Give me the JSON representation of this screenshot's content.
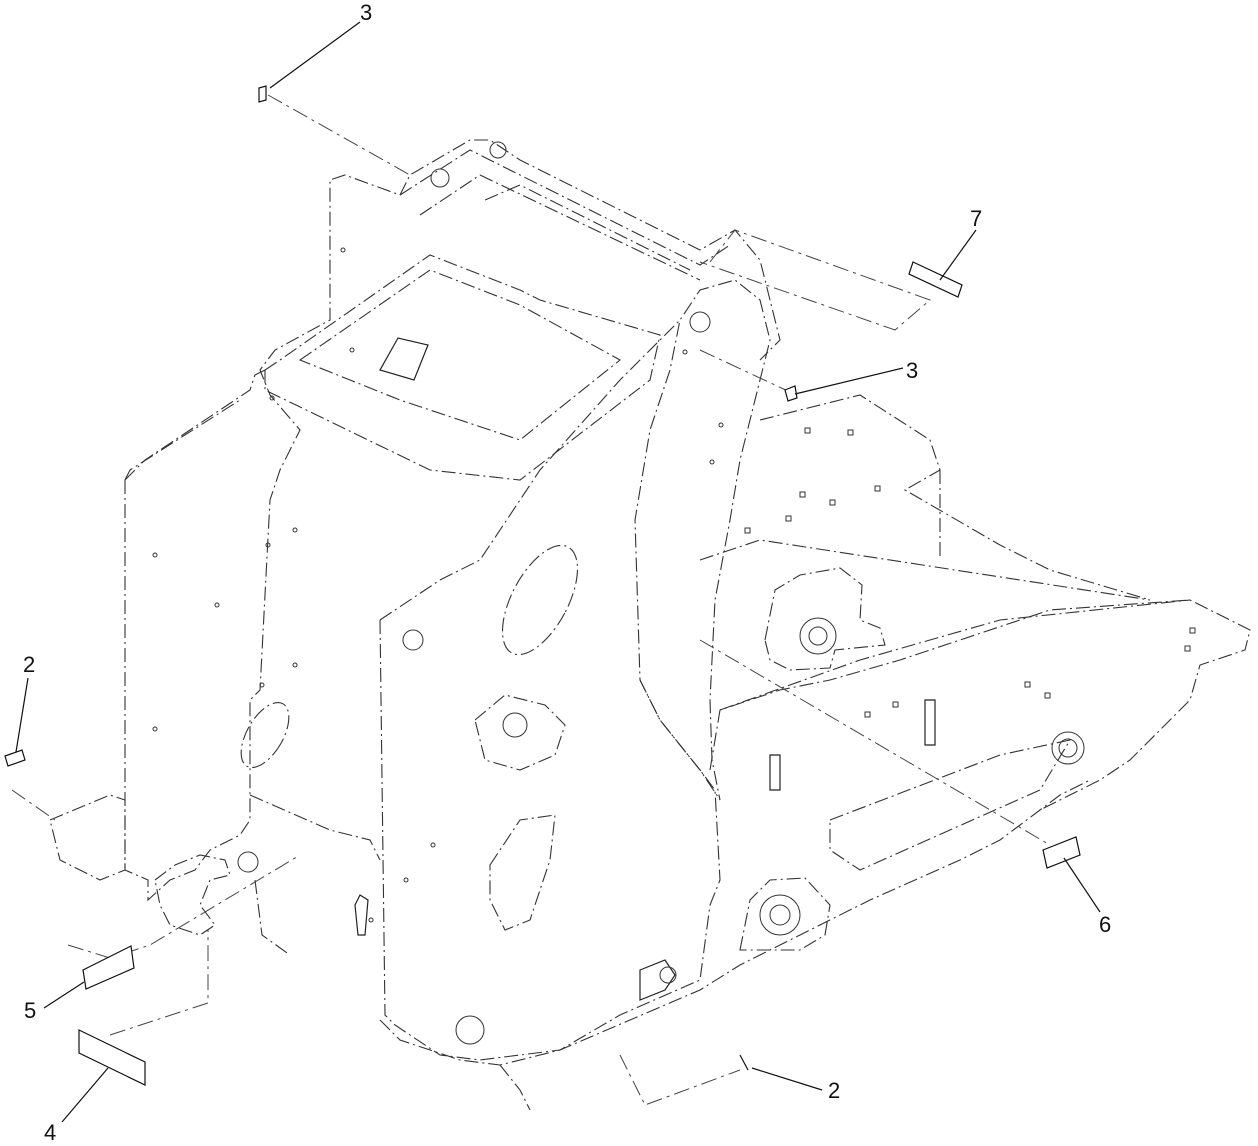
{
  "callouts": [
    {
      "id": "c-3-top",
      "label": "3"
    },
    {
      "id": "c-7",
      "label": "7"
    },
    {
      "id": "c-3-right",
      "label": "3"
    },
    {
      "id": "c-2-left",
      "label": "2"
    },
    {
      "id": "c-5",
      "label": "5"
    },
    {
      "id": "c-4",
      "label": "4"
    },
    {
      "id": "c-6",
      "label": "6"
    },
    {
      "id": "c-2-bottom",
      "label": "2"
    }
  ]
}
